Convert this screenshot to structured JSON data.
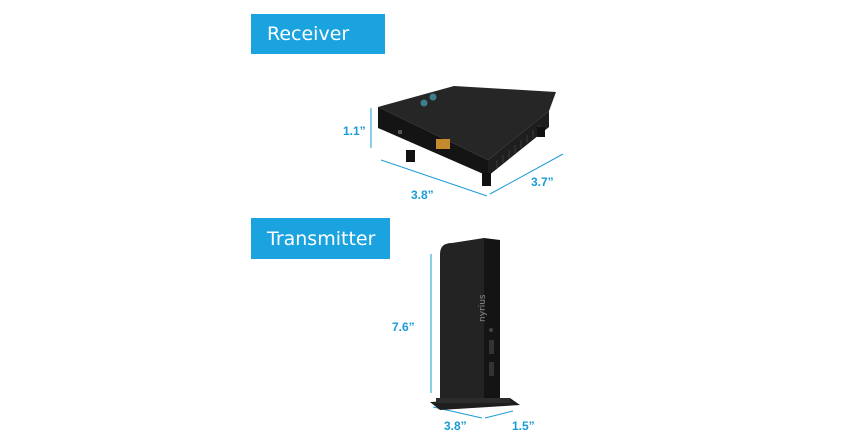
{
  "receiver": {
    "label": "Receiver",
    "dimensions": {
      "height": "1.1”",
      "width": "3.8”",
      "depth": "3.7”"
    }
  },
  "transmitter": {
    "label": "Transmitter",
    "dimensions": {
      "height": "7.6”",
      "width": "3.8”",
      "depth": "1.5”"
    }
  },
  "colors": {
    "accent": "#1ba3e0",
    "dimension_text": "#1a9bd6",
    "device_body": "#1b1b1b"
  }
}
